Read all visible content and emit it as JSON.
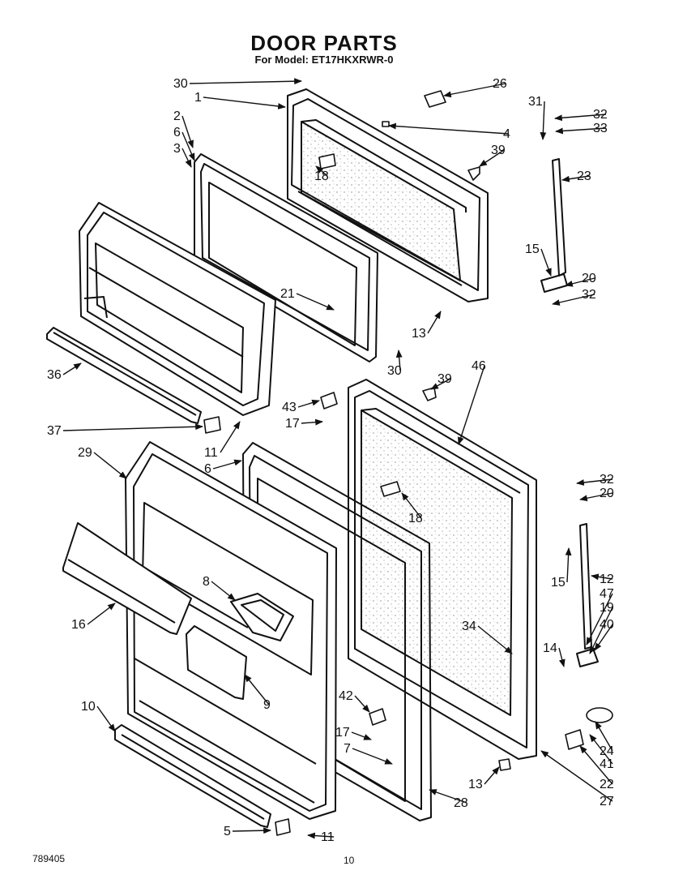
{
  "header": {
    "title": "DOOR PARTS",
    "subtitle": "For Model: ET17HKXRWR-0"
  },
  "footer": {
    "code": "789405",
    "page": "10"
  },
  "callouts": [
    "30",
    "1",
    "26",
    "2",
    "6",
    "3",
    "31",
    "32",
    "33",
    "4",
    "39",
    "18",
    "23",
    "15",
    "21",
    "20",
    "32",
    "36",
    "13",
    "30",
    "46",
    "39",
    "43",
    "17",
    "37",
    "11",
    "29",
    "6",
    "32",
    "20",
    "18",
    "15",
    "12",
    "8",
    "47",
    "19",
    "40",
    "16",
    "34",
    "14",
    "9",
    "42",
    "10",
    "17",
    "7",
    "24",
    "41",
    "22",
    "13",
    "28",
    "27",
    "5",
    "11"
  ]
}
